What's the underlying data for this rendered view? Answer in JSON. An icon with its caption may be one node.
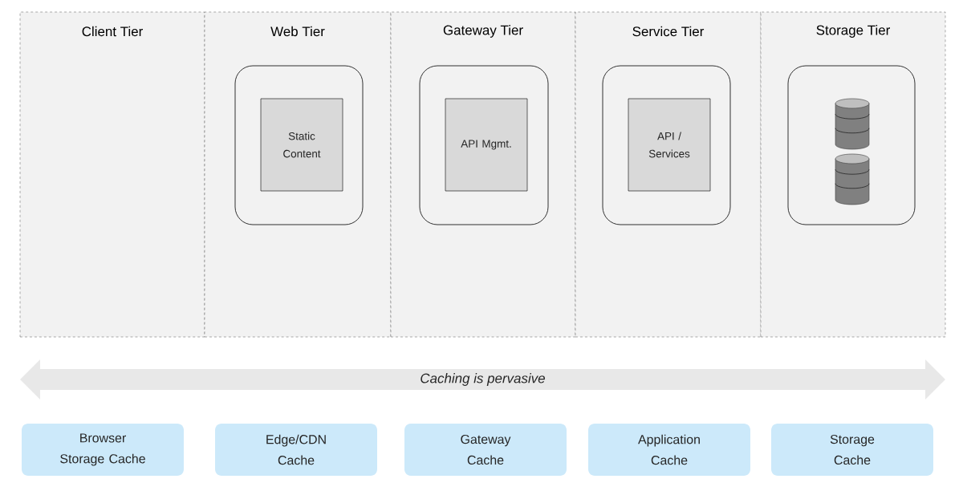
{
  "diagram": {
    "nodes": [
      {
        "text": [
          "Client Tier"
        ]
      },
      {
        "text": [
          "Web Tier"
        ]
      },
      {
        "text": [
          "Gateway Tier"
        ]
      },
      {
        "text": [
          "Service Tier"
        ]
      },
      {
        "text": [
          "Storage Tier"
        ]
      },
      {
        "text": [],
        "shape": "box",
        "in": 1
      },
      {
        "text": [
          "Static Content"
        ],
        "in": 5
      },
      {
        "text": [],
        "shape": "box",
        "in": 2
      },
      {
        "text": [
          "API Mgmt."
        ],
        "in": 7
      },
      {
        "text": [],
        "shape": "box",
        "in": 3
      },
      {
        "text": [
          "API / Services"
        ],
        "in": 9
      },
      {
        "text": [],
        "shape": "box",
        "in": 4
      },
      {
        "text": [],
        "shape": "cylinder",
        "in": 11
      },
      {
        "text": [],
        "shape": "cylinder",
        "in": 11
      },
      {
        "text": [
          "Caching is pervasive"
        ]
      },
      {
        "text": [
          "Browser Storage Cache"
        ]
      },
      {
        "text": [
          "Edge/CDN Cache"
        ]
      },
      {
        "text": [
          "Gateway Cache"
        ]
      },
      {
        "text": [
          "Application Cache"
        ]
      },
      {
        "text": [
          "Storage Cache"
        ]
      }
    ],
    "edges": []
  }
}
